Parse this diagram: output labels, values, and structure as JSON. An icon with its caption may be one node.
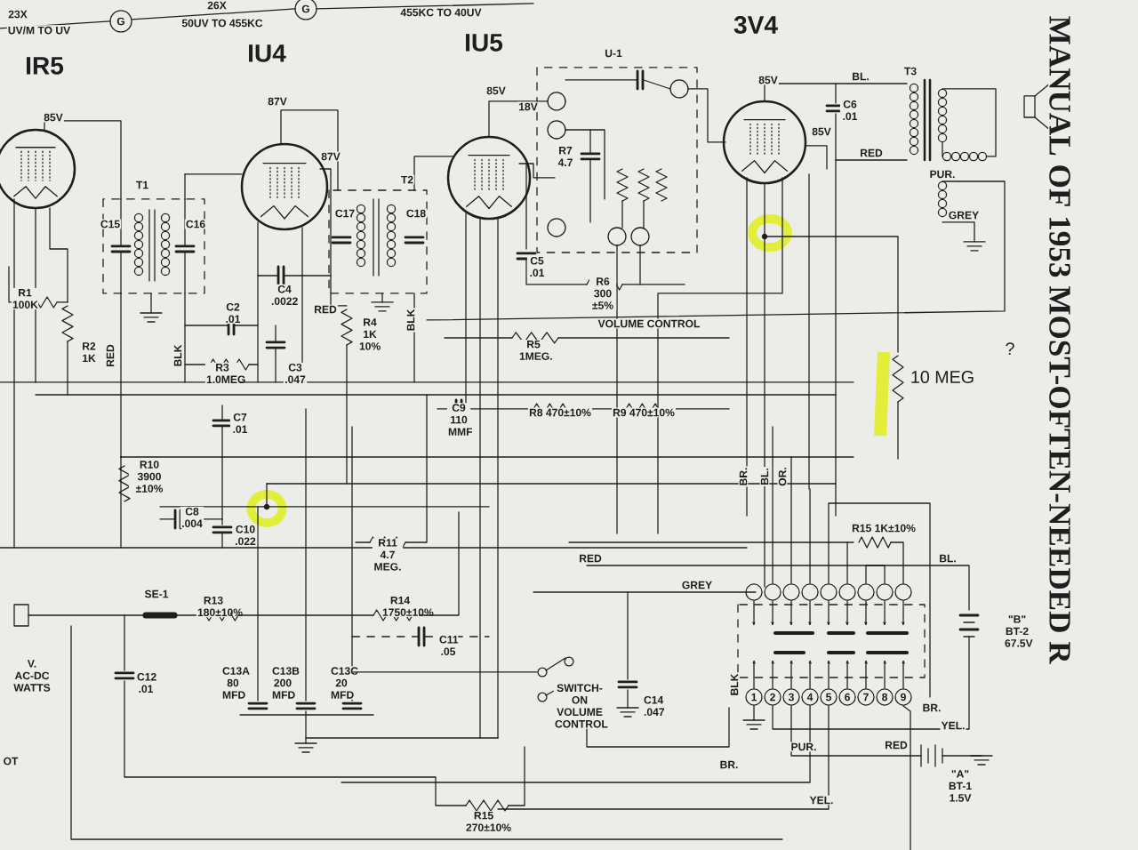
{
  "diagram": {
    "labels": [
      "23X",
      "UV/M TO UV",
      "G",
      "26X",
      "50UV TO 455KC",
      "G",
      "455KC TO 40UV",
      "IR5",
      "IU4",
      "IU5",
      "3V4",
      "85V",
      "87V",
      "87V",
      "85V",
      "18V",
      "85V",
      "85V",
      "T1",
      "C15",
      "C16",
      "T2",
      "C17",
      "C18",
      "R1 100K",
      "R2 1K",
      "RED",
      "BLK",
      "C2 .01",
      "C4 .0022",
      "RED",
      "R3 1.0MEG",
      "C3 .047",
      "R4 1K 10%",
      "BLK",
      "R7 4.7",
      "U-1",
      "C5 .01",
      "R6 300 ±5%",
      "R5 1MEG.",
      "VOLUME CONTROL",
      "BL.",
      "C6 .01",
      "T3",
      "RED",
      "PUR.",
      "GREY",
      "10 MEG",
      "?",
      "C7 .01",
      "C9 110 MMF",
      "R8 470±10%",
      "R9 470±10%",
      "BR.",
      "BL.",
      "OR.",
      "R10 3900 ±10%",
      "C8 .004",
      "C10 .022",
      "R11 4.7 MEG.",
      "R15 1K±10%",
      "RED",
      "BL.",
      "GREY",
      "SE-1",
      "R13 180±10%",
      "R14 1750±10%",
      "C11 .05",
      "\"B\" BT-2 67.5V",
      "V. AC-DC WATTS",
      "C12 .01",
      "C13A 80 MFD",
      "C13B 200 MFD",
      "C13C 20 MFD",
      "SWITCH-ON VOLUME CONTROL",
      "C14 .047",
      "BLK",
      "1",
      "2",
      "3",
      "4",
      "5",
      "6",
      "7",
      "8",
      "9",
      "BR.",
      "YEL.",
      "PUR.",
      "BR.",
      "RED",
      "\"A\" BT-1 1.5V",
      "YEL.",
      "R15 270±10%",
      "OT",
      "MANUAL OF 1953 MOST-OFTEN-NEEDED R"
    ]
  }
}
